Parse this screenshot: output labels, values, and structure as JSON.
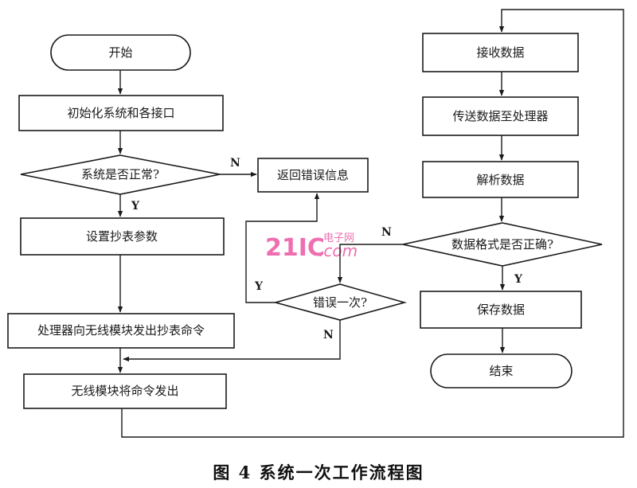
{
  "nodes": {
    "start": "开始",
    "init": "初始化系统和各接口",
    "check_normal": "系统是否正常?",
    "return_error": "返回错误信息",
    "set_params": "设置抄表参数",
    "processor_send": "处理器向无线模块发出抄表命令",
    "wireless_send": "无线模块将命令发出",
    "retry_check": "错误一次?",
    "receive": "接收数据",
    "transfer": "传送数据至处理器",
    "parse": "解析数据",
    "format_check": "数据格式是否正确?",
    "save": "保存数据",
    "end": "结束"
  },
  "edge_labels": {
    "normal_no": "N",
    "normal_yes": "Y",
    "format_no": "N",
    "format_yes": "Y",
    "retry_yes": "Y",
    "retry_no": "N"
  },
  "watermark": {
    "main": "21IC",
    "sub": "电子网",
    "com": ".com"
  },
  "caption": "图 4   系统一次工作流程图"
}
